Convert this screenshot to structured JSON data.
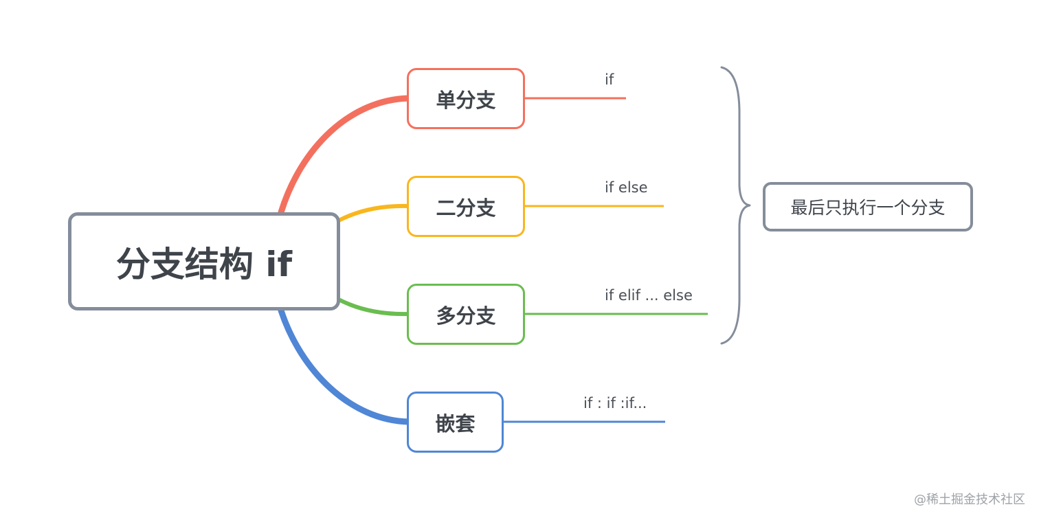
{
  "central_topic": "分支结构 if",
  "branches": [
    {
      "label": "单分支",
      "detail": "if",
      "color": "#f4705e"
    },
    {
      "label": "二分支",
      "detail": "if  else",
      "color": "#f9b61d"
    },
    {
      "label": "多分支",
      "detail": "if  elif ... else",
      "color": "#6abd4f"
    },
    {
      "label": "嵌套",
      "detail": "if :  if  :if...",
      "color": "#4f86d6"
    }
  ],
  "summary": "最后只执行一个分支",
  "colors": {
    "central_border": "#858d9b",
    "summary_border": "#858d9b",
    "text": "#3f444b"
  },
  "watermark": "@稀土掘金技术社区"
}
